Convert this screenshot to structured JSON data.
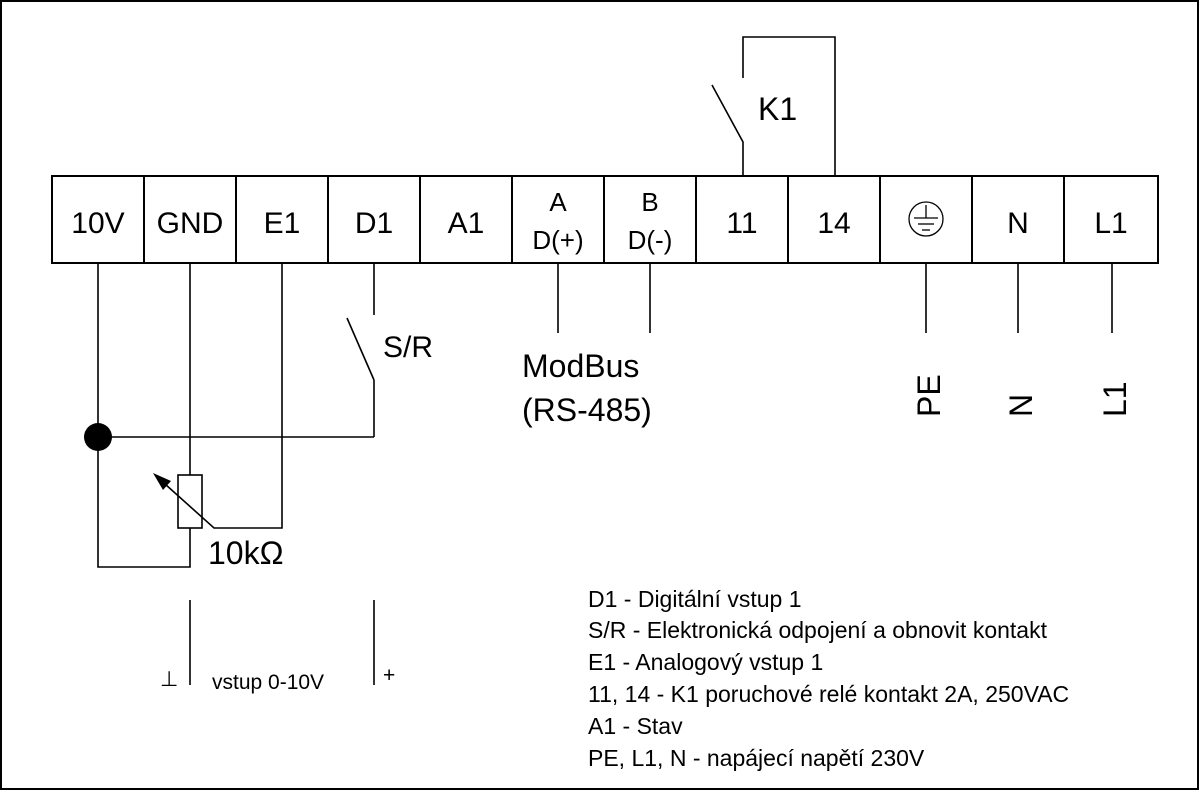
{
  "colors": {
    "line": "#000000",
    "background": "#ffffff"
  },
  "terminals": {
    "t10v": "10V",
    "gnd": "GND",
    "e1": "E1",
    "d1": "D1",
    "a1": "A1",
    "a_top": "A",
    "a_bottom": "D(+)",
    "b_top": "B",
    "b_bottom": "D(-)",
    "t11": "11",
    "t14": "14",
    "pe_icon": "ground-symbol",
    "n": "N",
    "l1": "L1"
  },
  "relay": {
    "label": "K1"
  },
  "switch": {
    "label": "S/R"
  },
  "modbus": {
    "line1": "ModBus",
    "line2": "(RS-485)"
  },
  "supply_labels": {
    "pe": "PE",
    "n": "N",
    "l1": "L1"
  },
  "potentiometer": {
    "label": "10kΩ"
  },
  "input": {
    "minus_symbol": "⊥",
    "label": "vstup 0-10V",
    "plus_symbol": "+"
  },
  "legend": [
    "D1 - Digitální vstup 1",
    "S/R - Elektronická odpojení a obnovit kontakt",
    "E1 - Analogový vstup 1",
    "11, 14 - K1 poruchové relé kontakt 2A, 250VAC",
    "A1 - Stav",
    "PE, L1, N - napájecí napětí 230V"
  ]
}
